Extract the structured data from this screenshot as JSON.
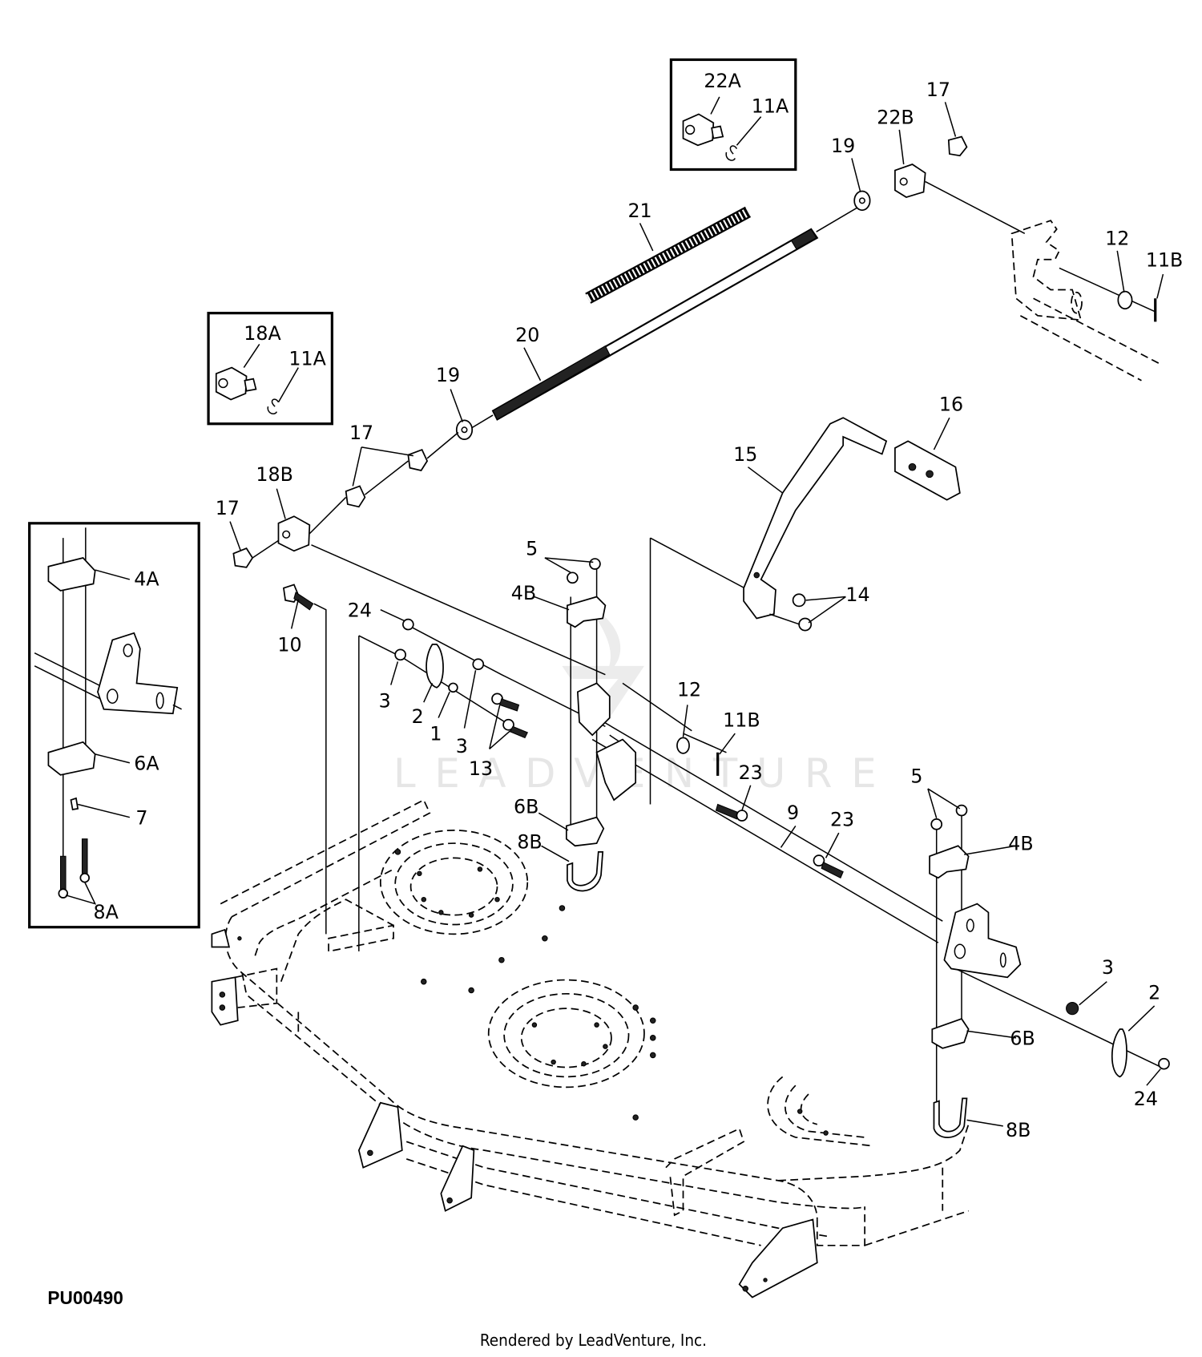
{
  "figure_id": "PU00490",
  "credit": "Rendered by LeadVenture, Inc.",
  "watermark": "LEADVENTURE",
  "insets": [
    {
      "name": "inset-22a",
      "labels": [
        "22A",
        "11A"
      ]
    },
    {
      "name": "inset-18a",
      "labels": [
        "18A",
        "11A"
      ]
    },
    {
      "name": "inset-4a",
      "labels": [
        "4A",
        "6A",
        "7",
        "8A"
      ]
    }
  ],
  "callouts": [
    {
      "id": "c22A",
      "label": "22A",
      "part": "trunnion-22a"
    },
    {
      "id": "c11A_top",
      "label": "11A",
      "part": "clip-11a"
    },
    {
      "id": "c17_top",
      "label": "17",
      "part": "nut"
    },
    {
      "id": "c22B",
      "label": "22B",
      "part": "trunnion-22b"
    },
    {
      "id": "c19_top",
      "label": "19",
      "part": "washer"
    },
    {
      "id": "c21",
      "label": "21",
      "part": "spring"
    },
    {
      "id": "c12_top",
      "label": "12",
      "part": "washer"
    },
    {
      "id": "c11B_top",
      "label": "11B",
      "part": "pin"
    },
    {
      "id": "c18A",
      "label": "18A",
      "part": "trunnion-18a"
    },
    {
      "id": "c11A_mid",
      "label": "11A",
      "part": "clip-11a"
    },
    {
      "id": "c20",
      "label": "20",
      "part": "rod"
    },
    {
      "id": "c19_mid",
      "label": "19",
      "part": "washer"
    },
    {
      "id": "c17_mid",
      "label": "17",
      "part": "nuts"
    },
    {
      "id": "c18B",
      "label": "18B",
      "part": "trunnion-18b"
    },
    {
      "id": "c17_left",
      "label": "17",
      "part": "nut"
    },
    {
      "id": "c16",
      "label": "16",
      "part": "pedal-pad"
    },
    {
      "id": "c15",
      "label": "15",
      "part": "pedal-arm"
    },
    {
      "id": "c4A",
      "label": "4A",
      "part": "bearing-upper"
    },
    {
      "id": "c6A",
      "label": "6A",
      "part": "bearing-lower"
    },
    {
      "id": "c7",
      "label": "7",
      "part": "fitting"
    },
    {
      "id": "c8A",
      "label": "8A",
      "part": "bolts"
    },
    {
      "id": "c5_left",
      "label": "5",
      "part": "nuts"
    },
    {
      "id": "c4B_left",
      "label": "4B",
      "part": "bearing-upper"
    },
    {
      "id": "c14",
      "label": "14",
      "part": "nuts"
    },
    {
      "id": "c10",
      "label": "10",
      "part": "bolt"
    },
    {
      "id": "c24_left",
      "label": "24",
      "part": "nut"
    },
    {
      "id": "c3_a",
      "label": "3",
      "part": "nut"
    },
    {
      "id": "c2_left",
      "label": "2",
      "part": "chain"
    },
    {
      "id": "c1",
      "label": "1",
      "part": "nut"
    },
    {
      "id": "c3_b",
      "label": "3",
      "part": "nut"
    },
    {
      "id": "c13",
      "label": "13",
      "part": "bolts"
    },
    {
      "id": "c12_mid",
      "label": "12",
      "part": "washer"
    },
    {
      "id": "c11B_mid",
      "label": "11B",
      "part": "pin"
    },
    {
      "id": "c23_a",
      "label": "23",
      "part": "bolt"
    },
    {
      "id": "c9",
      "label": "9",
      "part": "shaft"
    },
    {
      "id": "c23_b",
      "label": "23",
      "part": "bolt"
    },
    {
      "id": "c6B_left",
      "label": "6B",
      "part": "bearing-lower"
    },
    {
      "id": "c8B_left",
      "label": "8B",
      "part": "u-bolt"
    },
    {
      "id": "c5_right",
      "label": "5",
      "part": "nuts"
    },
    {
      "id": "c4B_right",
      "label": "4B",
      "part": "bearing-upper"
    },
    {
      "id": "c3_right",
      "label": "3",
      "part": "nut"
    },
    {
      "id": "c2_right",
      "label": "2",
      "part": "chain"
    },
    {
      "id": "c6B_right",
      "label": "6B",
      "part": "bearing-lower"
    },
    {
      "id": "c24_right",
      "label": "24",
      "part": "nut"
    },
    {
      "id": "c8B_right",
      "label": "8B",
      "part": "u-bolt"
    }
  ]
}
